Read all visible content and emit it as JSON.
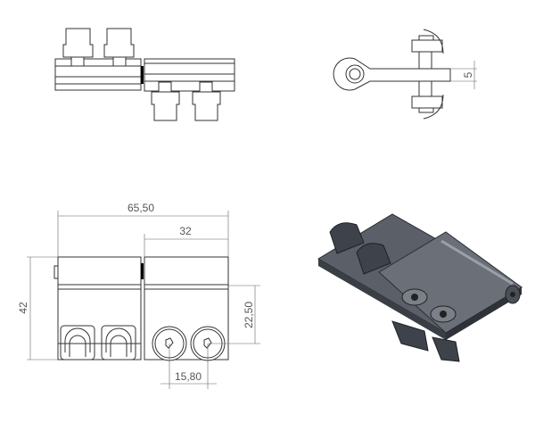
{
  "dimensions": {
    "overall_width": "65,50",
    "part_width": "32",
    "height": "42",
    "hole_offset": "22,50",
    "hole_spacing": "15,80",
    "thickness": "5"
  },
  "colors": {
    "line": "#333333",
    "model": "#4a4f57",
    "accent": "#000000"
  }
}
